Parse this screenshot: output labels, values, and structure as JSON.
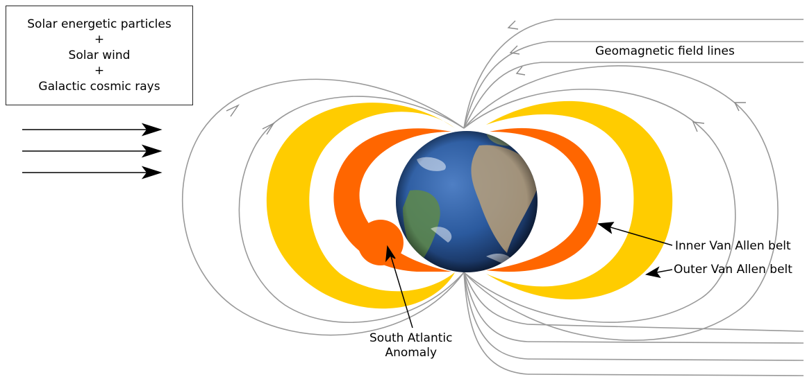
{
  "source_box": {
    "line1": "Solar energetic particles",
    "plus1": "+",
    "line2": "Solar wind",
    "plus2": "+",
    "line3": "Galactic cosmic rays"
  },
  "labels": {
    "field_lines": "Geomagnetic field lines",
    "inner_belt": "Inner Van Allen belt",
    "outer_belt": "Outer Van Allen belt",
    "saa_line1": "South Atlantic",
    "saa_line2": "Anomaly"
  },
  "colors": {
    "outer_belt": "#FFCC00",
    "inner_belt": "#FF6600",
    "field_line": "#999999",
    "ocean": "#2E5EA3",
    "land": "#B8A07A"
  },
  "icons": [
    "arrow-right-icon",
    "earth-globe-icon",
    "field-line-direction-arrow-icon"
  ]
}
